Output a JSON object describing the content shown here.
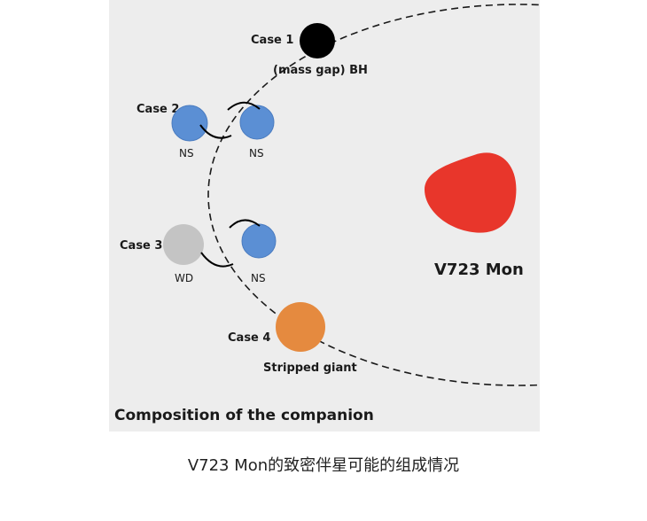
{
  "diagram": {
    "panel_title": "Composition of the companion",
    "star_label": "V723 Mon",
    "case1": {
      "label": "Case 1",
      "object": "(mass gap) BH"
    },
    "case2": {
      "label": "Case 2",
      "left": "NS",
      "right": "NS"
    },
    "case3": {
      "label": "Case 3",
      "left": "WD",
      "right": "NS"
    },
    "case4": {
      "label": "Case 4",
      "object": "Stripped giant"
    }
  },
  "caption": "V723 Mon的致密伴星可能的组成情况",
  "colors": {
    "panel_background": "#ededed",
    "giant_star": "#e8362b",
    "black_hole": "#000000",
    "neutron_star": "#5b8fd4",
    "white_dwarf": "#c4c4c4",
    "stripped_giant": "#e58a3f",
    "orbit": "#1a1a1a"
  }
}
